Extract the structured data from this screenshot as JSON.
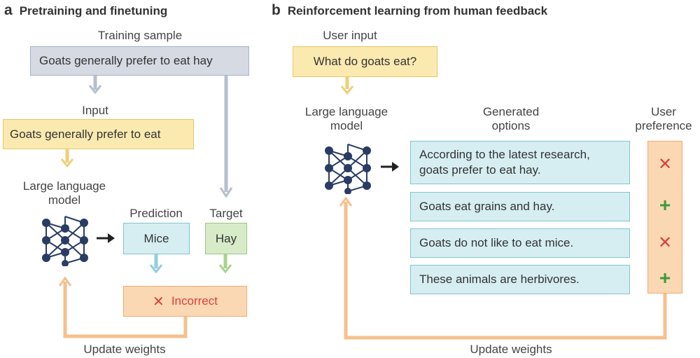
{
  "panel_a": {
    "letter": "a",
    "title": "Pretraining and finetuning",
    "training_sample_label": "Training sample",
    "training_sample": "Goats generally prefer to eat hay",
    "input_label": "Input",
    "input_text": "Goats generally prefer to eat",
    "model_label_line1": "Large language",
    "model_label_line2": "model",
    "prediction_label": "Prediction",
    "prediction_value": "Mice",
    "target_label": "Target",
    "target_value": "Hay",
    "result_text": "Incorrect",
    "update_label": "Update weights"
  },
  "panel_b": {
    "letter": "b",
    "title": "Reinforcement learning from human feedback",
    "user_input_label": "User input",
    "user_input_text": "What do goats eat?",
    "model_label_line1": "Large language",
    "model_label_line2": "model",
    "options_label_line1": "Generated",
    "options_label_line2": "options",
    "preference_label_line1": "User",
    "preference_label_line2": "preference",
    "options": [
      {
        "line1": "According to the latest research,",
        "line2": "goats prefer to eat hay.",
        "preference": "negative"
      },
      {
        "line1": "Goats eat grains and hay.",
        "preference": "positive"
      },
      {
        "line1": "Goats do not like to eat mice.",
        "preference": "negative"
      },
      {
        "line1": "These animals are herbivores.",
        "preference": "positive"
      }
    ],
    "update_label": "Update weights"
  },
  "icons": {
    "negative": "×-cross-icon",
    "positive": "+-plus-icon",
    "model": "neural-network-icon"
  },
  "colors": {
    "sample_box": "#d5dae3",
    "input_box": "#fbeab0",
    "prediction_box": "#d6eef1",
    "target_box": "#d7ebc9",
    "error_box": "#fbd8b4",
    "network_nodes": "#2a3c63",
    "cross": "#d9413a",
    "plus": "#3f9a3a"
  }
}
